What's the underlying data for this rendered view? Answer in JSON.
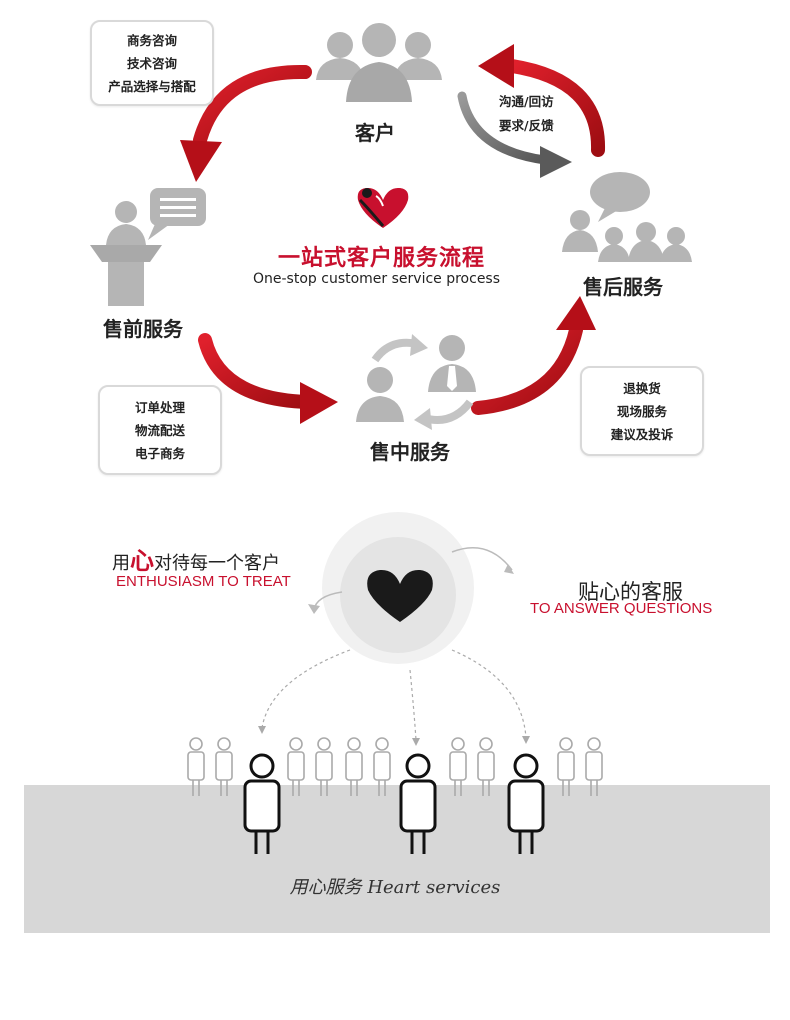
{
  "diagram": {
    "title_cn": "一站式客户服务流程",
    "title_en": "One-stop customer service process",
    "nodes": {
      "customer": "客户",
      "presale": "售前服务",
      "insale": "售中服务",
      "aftersale": "售后服务"
    },
    "boxes": {
      "top_left": [
        "商务咨询",
        "技术咨询",
        "产品选择与搭配"
      ],
      "bottom_left": [
        "订单处理",
        "物流配送",
        "电子商务"
      ],
      "bottom_right": [
        "退换货",
        "现场服务",
        "建议及投诉"
      ]
    },
    "side_note": [
      "沟通/回访",
      "要求/反馈"
    ],
    "colors": {
      "accent": "#c8102e",
      "icon_gray": "#b5b5b5",
      "arrow_gray": "#666666"
    }
  },
  "heart": {
    "left_cn_prefix": "用",
    "left_cn_highlight": "心",
    "left_cn_suffix": "对待每一个客户",
    "left_en": "ENTHUSIASM TO TREAT",
    "right_cn": "贴心的客服",
    "right_en": "TO ANSWER QUESTIONS",
    "footer": "用心服务 Heart services"
  }
}
